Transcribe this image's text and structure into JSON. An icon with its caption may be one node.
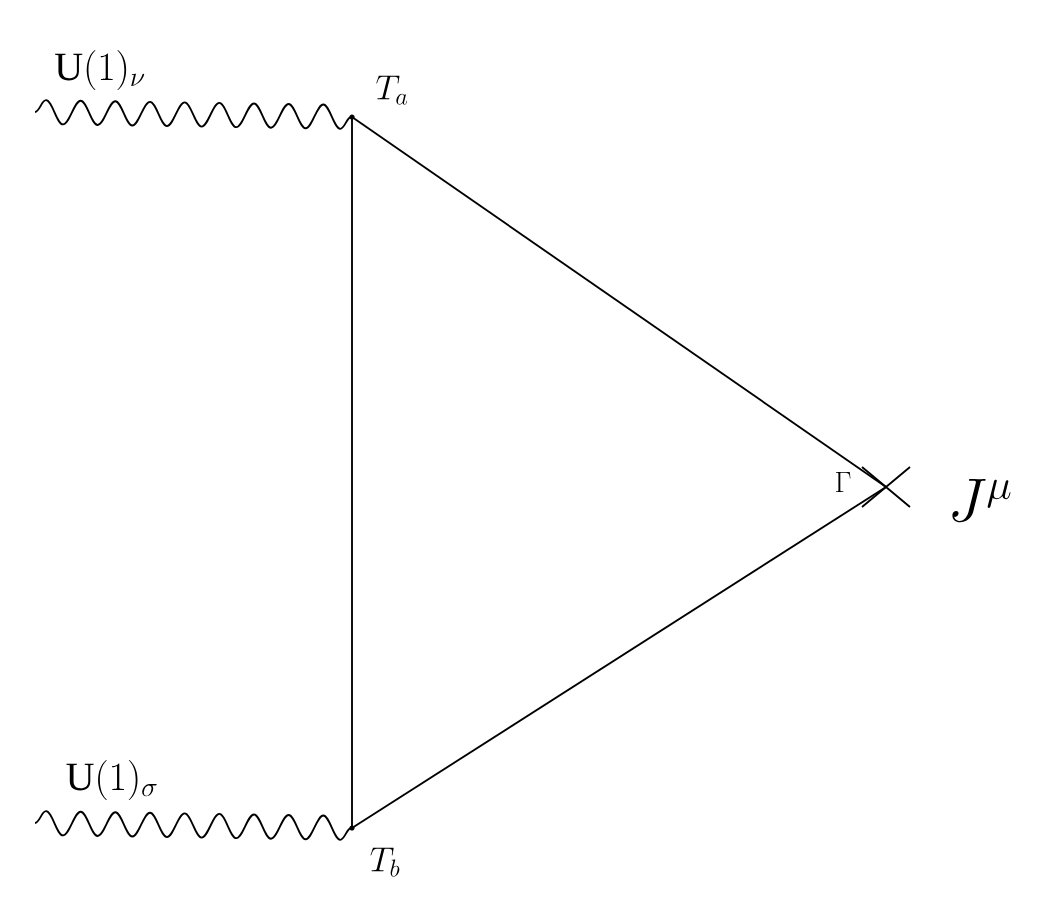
{
  "diagram": {
    "nodes": [
      {
        "text": [],
        "shape": "dot",
        "beside": [
          "T_a"
        ]
      },
      {
        "text": [],
        "shape": "dot",
        "beside": [
          "T_b"
        ]
      },
      {
        "text": [],
        "shape": "cross",
        "beside": [
          "\\Gamma",
          "J^\\mu"
        ]
      }
    ],
    "edges": [
      {
        "from": null,
        "to": 0,
        "arrow": "none",
        "label": "\\mathrm{U}(1)_\\nu"
      },
      {
        "from": null,
        "to": 1,
        "arrow": "none",
        "label": "\\mathrm{U}(1)_\\sigma"
      },
      {
        "from": 0,
        "to": 1,
        "arrow": "none"
      },
      {
        "from": 0,
        "to": 2,
        "arrow": "none"
      },
      {
        "from": 1,
        "to": 2,
        "arrow": "none"
      }
    ]
  }
}
